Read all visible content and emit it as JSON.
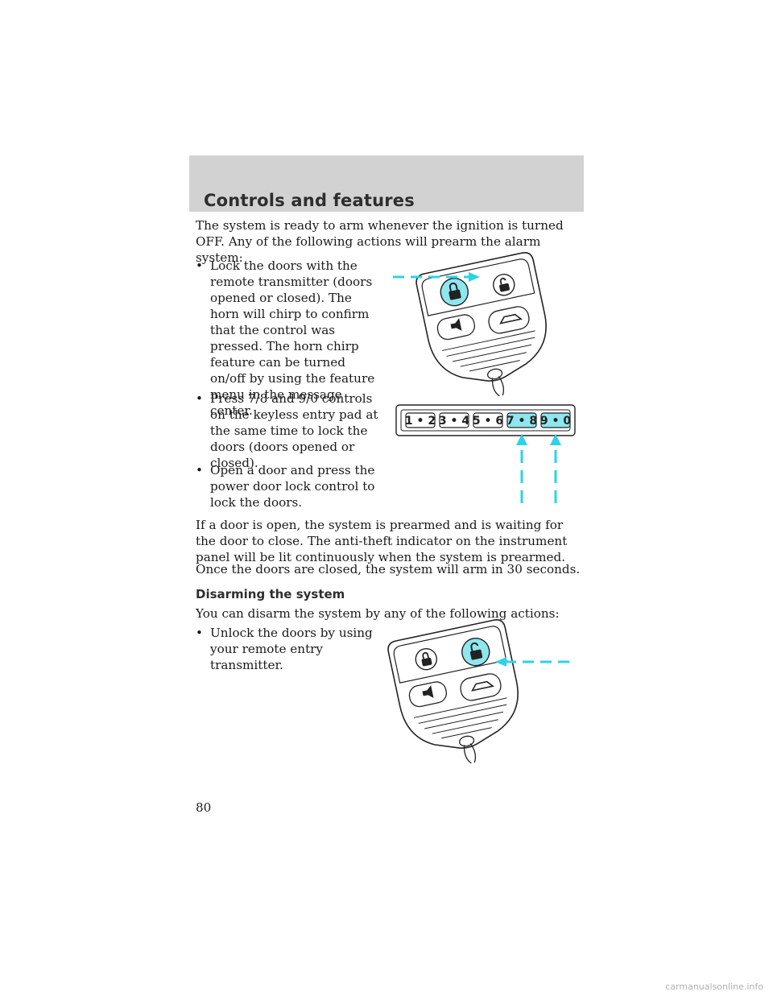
{
  "header": {
    "title": "Controls and features"
  },
  "intro": "The system is ready to arm whenever the ignition is turned OFF. Any of the following actions will prearm the alarm system:",
  "prearm_bullets": [
    "Lock the doors with the remote transmitter (doors opened or closed). The horn will chirp to confirm that the control was pressed. The horn chirp feature can be turned on/off by using the feature menu in the message center.",
    "Press 7/8 and 9/0 controls on the keyless entry pad at the same time to lock the doors (doors opened or closed).",
    "Open a door and press the power door lock control to lock the doors."
  ],
  "bullet_symbol": "•",
  "prearmed_paragraph": "If a door is open, the system is prearmed and is waiting for the door to close. The anti-theft indicator on the instrument panel will be lit continuously when the system is prearmed.",
  "arm_paragraph": "Once the doors are closed, the system will arm in 30 seconds.",
  "disarm": {
    "heading": "Disarming the system",
    "intro": "You can disarm the system by any of the following actions:",
    "bullets": [
      "Unlock the doors by using your remote entry transmitter."
    ]
  },
  "keypad": {
    "keys": [
      "1 • 2",
      "3 • 4",
      "5 • 6",
      "7 • 8",
      "9 • 0"
    ]
  },
  "page_number": "80",
  "watermark": "carmanualsonline.info",
  "colors": {
    "highlight": "#8ee6ee",
    "callout": "#2ad4e6",
    "header_band": "#d2d2d2"
  }
}
